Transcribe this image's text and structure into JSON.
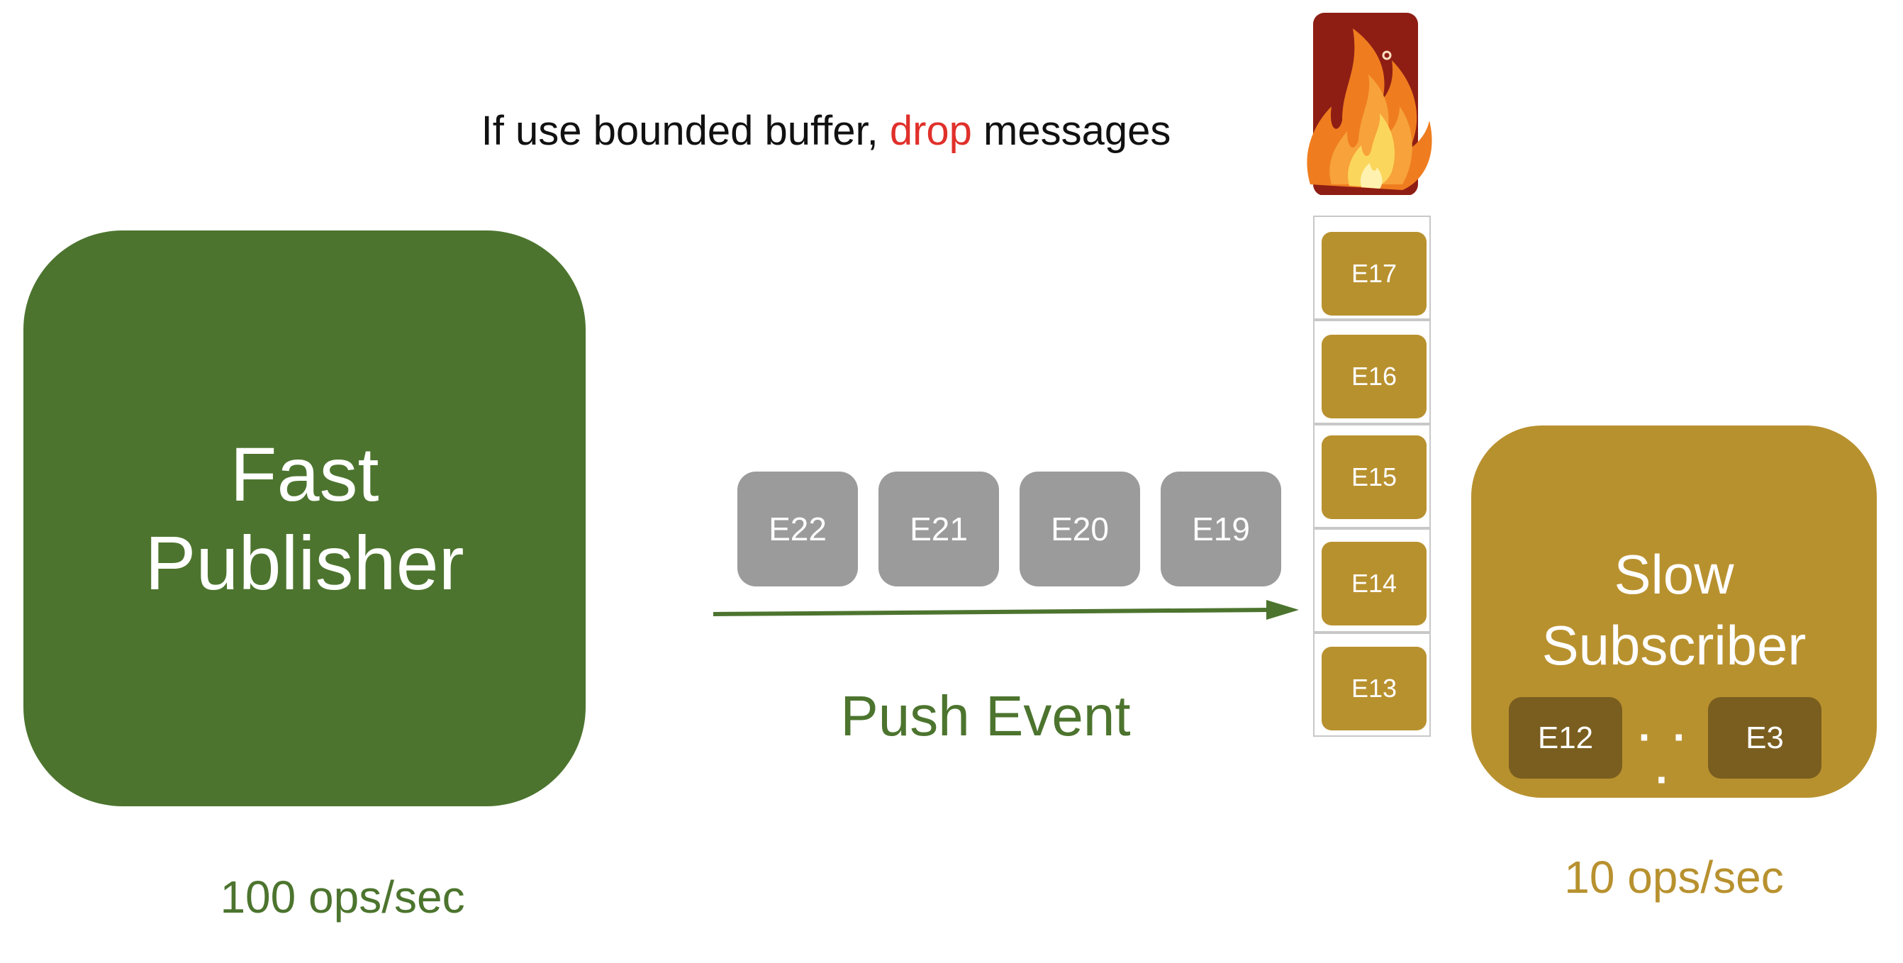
{
  "caption": {
    "prefix": "If use bounded buffer, ",
    "highlight": "drop",
    "suffix": " messages",
    "highlight_color": "#e0302a"
  },
  "publisher": {
    "line1": "Fast",
    "line2": "Publisher",
    "rate": "100 ops/sec",
    "color": "#4c742e"
  },
  "in_flight_events": [
    "E22",
    "E21",
    "E20",
    "E19"
  ],
  "push_label": "Push Event",
  "buffer_events": [
    "E17",
    "E16",
    "E15",
    "E14",
    "E13"
  ],
  "subscriber": {
    "line1": "Slow",
    "line2": "Subscriber",
    "processed_first": "E12",
    "ellipsis": "· · ·",
    "processed_last": "E3",
    "rate": "10 ops/sec",
    "color": "#b8912f"
  },
  "icons": {
    "overflow": "fire-icon",
    "direction": "arrow-right-icon"
  }
}
